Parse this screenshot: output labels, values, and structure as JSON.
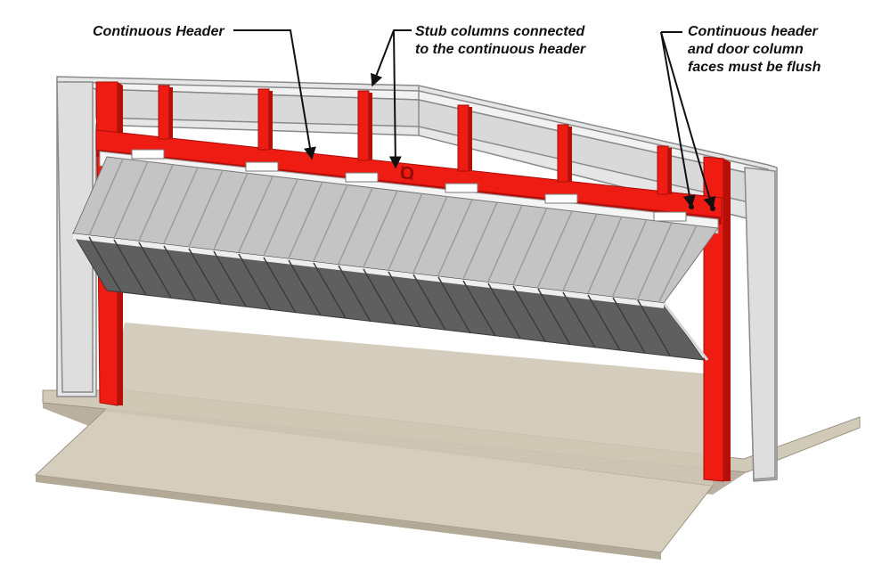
{
  "labels": {
    "continuous_header": "Continuous Header",
    "stub_line1": "Stub columns connected",
    "stub_line2": "to the continuous header",
    "flush_line1": "Continuous header",
    "flush_line2": "and door column",
    "flush_line3": "faces must be flush"
  },
  "colors": {
    "steel_red": "#ef1c14",
    "steel_red_dark": "#b50f0a",
    "frame_fill": "#e4e4e4",
    "frame_stroke": "#8a8a8a",
    "door_light": "#bdbdbd",
    "door_dark": "#5e5e5e",
    "floor": "#cfc6b5",
    "annotation": "#111111"
  }
}
